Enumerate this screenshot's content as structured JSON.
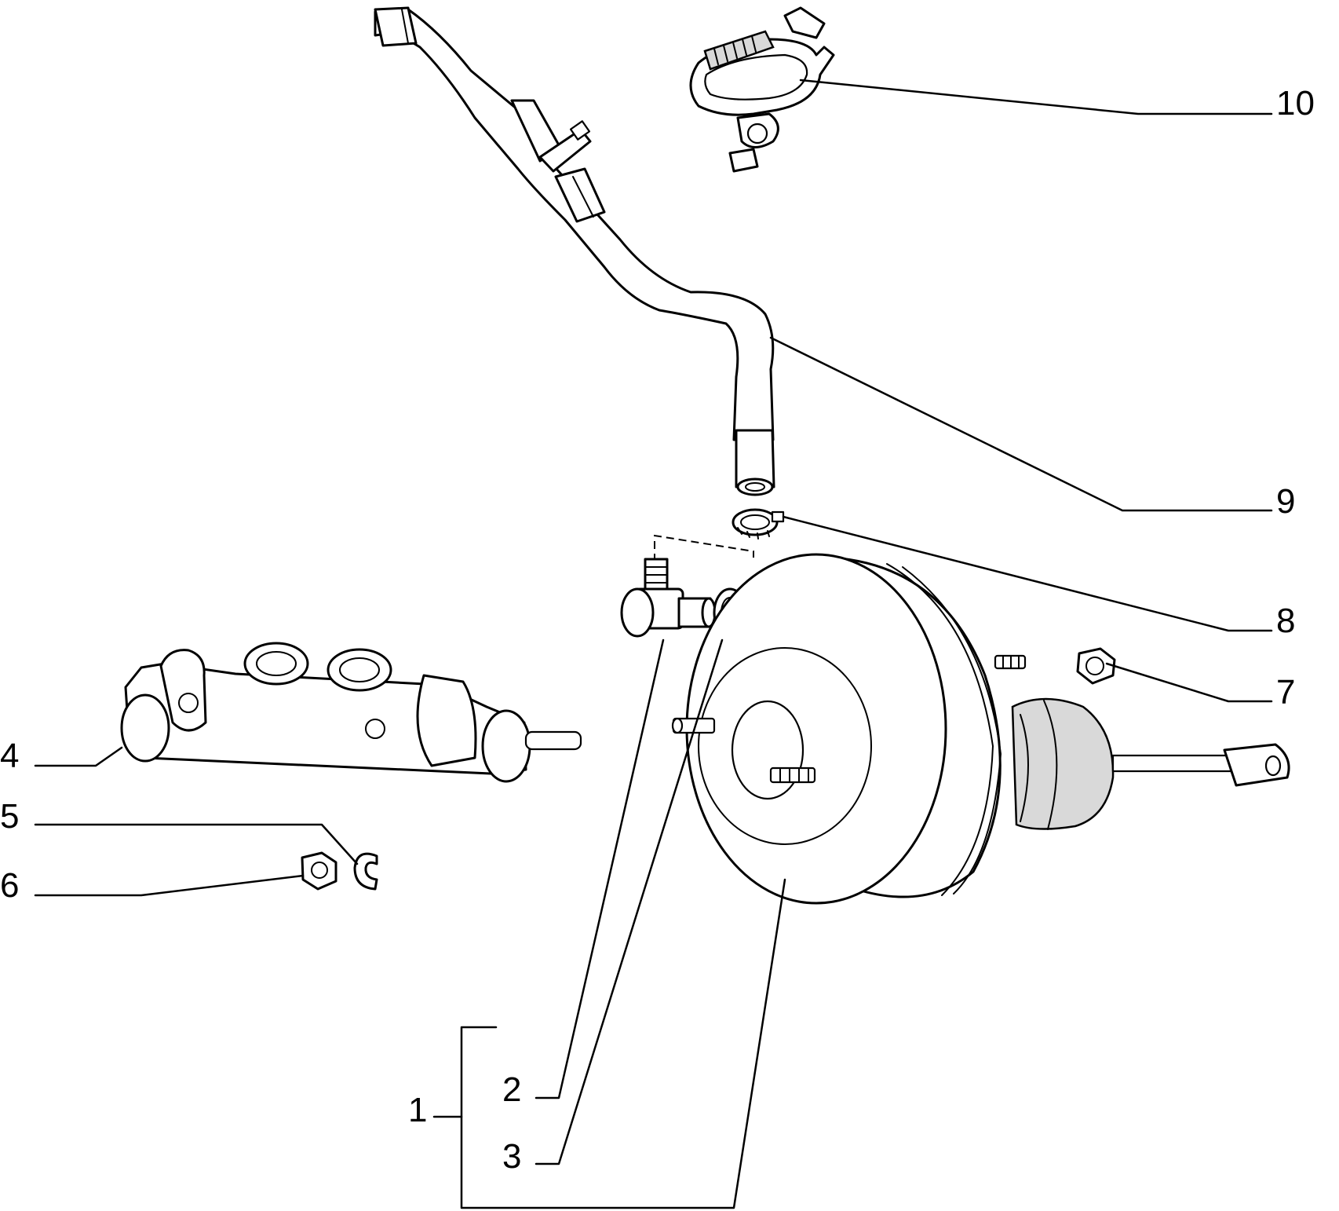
{
  "parts": [
    {
      "number": "1",
      "component": "brake-booster-assembly"
    },
    {
      "number": "2",
      "component": "elbow-fitting"
    },
    {
      "number": "3",
      "component": "grommet"
    },
    {
      "number": "4",
      "component": "master-cylinder"
    },
    {
      "number": "5",
      "component": "retaining-clip"
    },
    {
      "number": "6",
      "component": "nut"
    },
    {
      "number": "7",
      "component": "nut"
    },
    {
      "number": "8",
      "component": "hose-clamp"
    },
    {
      "number": "9",
      "component": "vacuum-hose"
    },
    {
      "number": "10",
      "component": "hose-bracket"
    }
  ],
  "colors": {
    "ink": "#000000",
    "paper": "#ffffff"
  }
}
